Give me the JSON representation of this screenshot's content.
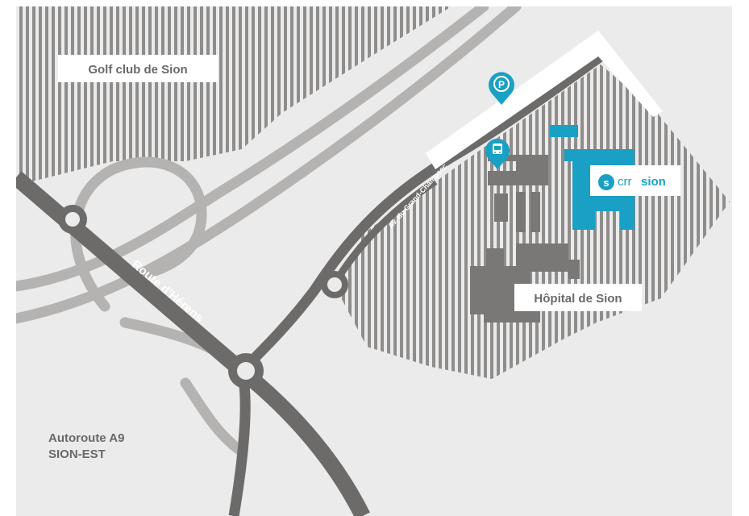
{
  "labels": {
    "golf": "Golf club de Sion",
    "route_herens": "Route d'Hérens",
    "av_grand_champsec": "Av. du Grand-Champsec",
    "hopital": "Hôpital de Sion",
    "autoroute_line1": "Autoroute A9",
    "autoroute_line2": "SION-EST",
    "crr_prefix": "crr",
    "crr_name": "sion"
  },
  "icons": {
    "parking": "parking-marker-icon",
    "bus": "bus-stop-marker-icon",
    "crr_logo": "crr-logo-icon"
  },
  "colors": {
    "background": "#ebebeb",
    "hatch": "#8f8d8b",
    "road_dark": "#6d6b6a",
    "road_light": "#b5b3b1",
    "building": "#7a7877",
    "accent": "#1aa0c4",
    "label_bg": "#ffffff",
    "label_text": "#6b6968"
  },
  "marker_letters": {
    "parking": "P"
  }
}
